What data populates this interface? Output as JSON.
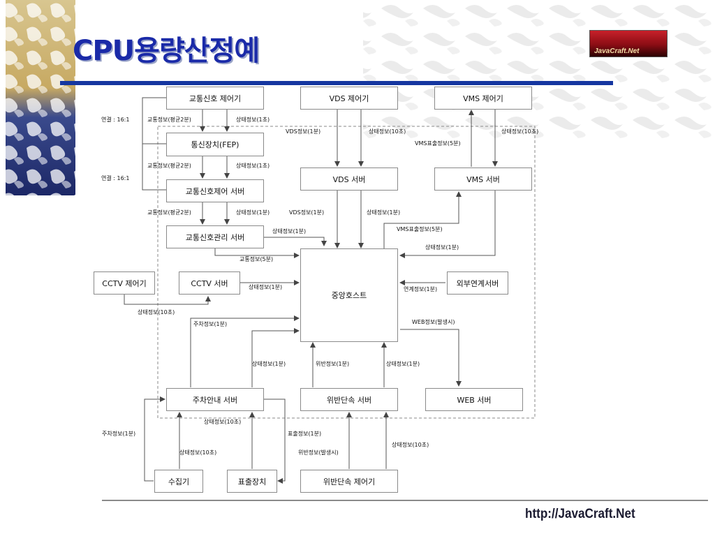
{
  "title": "CPU용량산정예",
  "logo_text": "JavaCraft.Net",
  "footer_url": "http://JavaCraft.Net",
  "colors": {
    "title": "#1a2aa8",
    "title_bar": "#1536a0",
    "logo": "#b0101a",
    "line": "#555555"
  },
  "boxes": {
    "signal_controller": "교통신호 제어기",
    "vds_controller": "VDS 제어기",
    "vms_controller": "VMS 제어기",
    "fep": "통신장치(FEP)",
    "signal_control_server": "교통신호제어 서버",
    "vds_server": "VDS 서버",
    "vms_server": "VMS 서버",
    "signal_mgmt_server": "교통신호관리 서버",
    "central_host": "중앙호스트",
    "cctv_controller": "CCTV 제어기",
    "cctv_server": "CCTV 서버",
    "external_server": "외부연계서버",
    "parking_server": "주차안내 서버",
    "violation_server": "위반단속 서버",
    "web_server": "WEB 서버",
    "collector": "수집기",
    "display_device": "표출장치",
    "violation_controller": "위반단속 제어기"
  },
  "labels": {
    "conn1": "연결 : 16:1",
    "conn2": "연결 : 16:1",
    "traffic_2m_a": "교통정보(평균2분)",
    "status_1s_a": "상태정보(1초)",
    "vds_1m_a": "VDS정보(1분)",
    "status_10s_a": "상태정보(10초)",
    "status_10s_b": "상태정보(10초)",
    "vms_display_5m_a": "VMS표출정보(5분)",
    "traffic_2m_b": "교통정보(평균2분)",
    "status_1s_b": "상태정보(1초)",
    "traffic_2m_c": "교통정보(평균2분)",
    "status_1m_a": "상태정보(1분)",
    "vds_1m_b": "VDS정보(1분)",
    "status_1m_b": "상태정보(1분)",
    "status_1m_c": "상태정보(1분)",
    "vms_display_5m_b": "VMS표출정보(5분)",
    "status_1m_d": "상태정보(1분)",
    "traffic_5m": "교통정보(5분)",
    "status_1m_e": "상태정보(1분)",
    "link_1m": "연계정보(1분)",
    "status_10s_c": "상태정보(10초)",
    "parking_1m_a": "주차정보(1분)",
    "web_event": "WEB정보(발생시)",
    "status_1m_f": "상태정보(1분)",
    "violation_1m": "위반정보(1분)",
    "status_1m_g": "상태정보(1분)",
    "status_10s_d": "상태정보(10초)",
    "parking_1m_b": "주차정보(1분)",
    "display_1m": "표출정보(1분)",
    "status_10s_e": "상태정보(10초)",
    "violation_event": "위반정보(발생시)",
    "status_10s_f": "상태정보(10초)"
  }
}
